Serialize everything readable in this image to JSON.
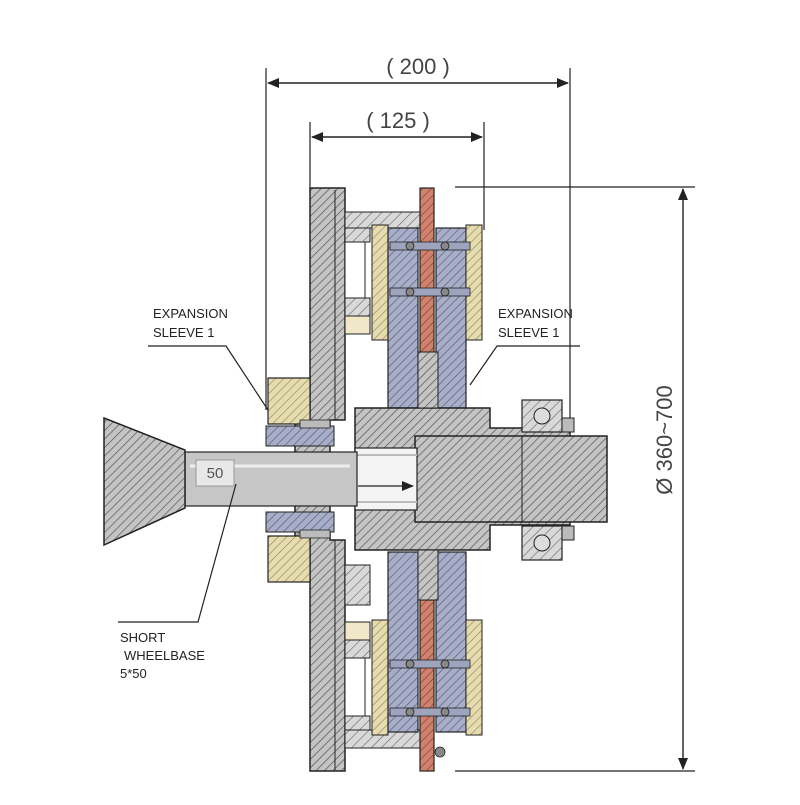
{
  "dimensions": {
    "overall_width": "( 200 )",
    "inner_width": "( 125 )",
    "diameter": "Ø 360~700",
    "shaft_depth": "50"
  },
  "labels": {
    "left_sleeve_line1": "EXPANSION",
    "left_sleeve_line2": "SLEEVE 1",
    "right_sleeve_line1": "EXPANSION",
    "right_sleeve_line2": "SLEEVE 1",
    "shaft_line1": "SHORT",
    "shaft_line2": "WHEELBASE",
    "shaft_line3": "5*50"
  },
  "colors": {
    "hatch_gray": "#bdbdbd",
    "plate_blue": "#a9aec8",
    "insert_yellow": "#e6dcb0",
    "disc_red": "#d0826e"
  }
}
